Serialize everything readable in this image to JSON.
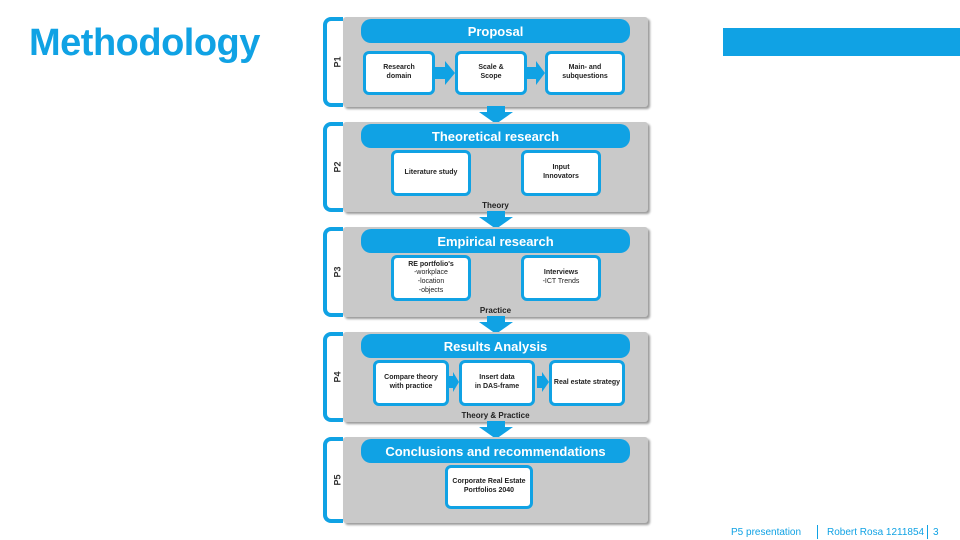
{
  "slide": {
    "title": "Methodology",
    "footer_presentation": "P5 presentation",
    "footer_author": "Robert Rosa 1211854",
    "page_number": "3",
    "accent_color": "#10a2e4"
  },
  "phases": [
    {
      "tag": "P1",
      "header": "Proposal",
      "boxes": [
        "Research\ndomain",
        "Scale &\nScope",
        "Main- and\nsubquestions"
      ],
      "bottom_label": ""
    },
    {
      "tag": "P2",
      "header": "Theoretical research",
      "boxes": [
        "Literature study",
        "Input\nInnovators"
      ],
      "bottom_label": "Theory"
    },
    {
      "tag": "P3",
      "header": "Empirical research",
      "boxes": [
        {
          "title": "RE portfolio's",
          "lines": "-workplace\n-location\n-objects"
        },
        {
          "title": "Interviews",
          "lines": "-ICT Trends"
        }
      ],
      "bottom_label": "Practice"
    },
    {
      "tag": "P4",
      "header": "Results Analysis",
      "boxes": [
        "Compare theory\nwith practice",
        "Insert data\nin DAS-frame",
        "Real estate strategy"
      ],
      "bottom_label": "Theory & Practice"
    },
    {
      "tag": "P5",
      "header": "Conclusions and recommendations",
      "boxes": [
        "Corporate Real Estate\nPortfolios 2040"
      ],
      "bottom_label": ""
    }
  ]
}
